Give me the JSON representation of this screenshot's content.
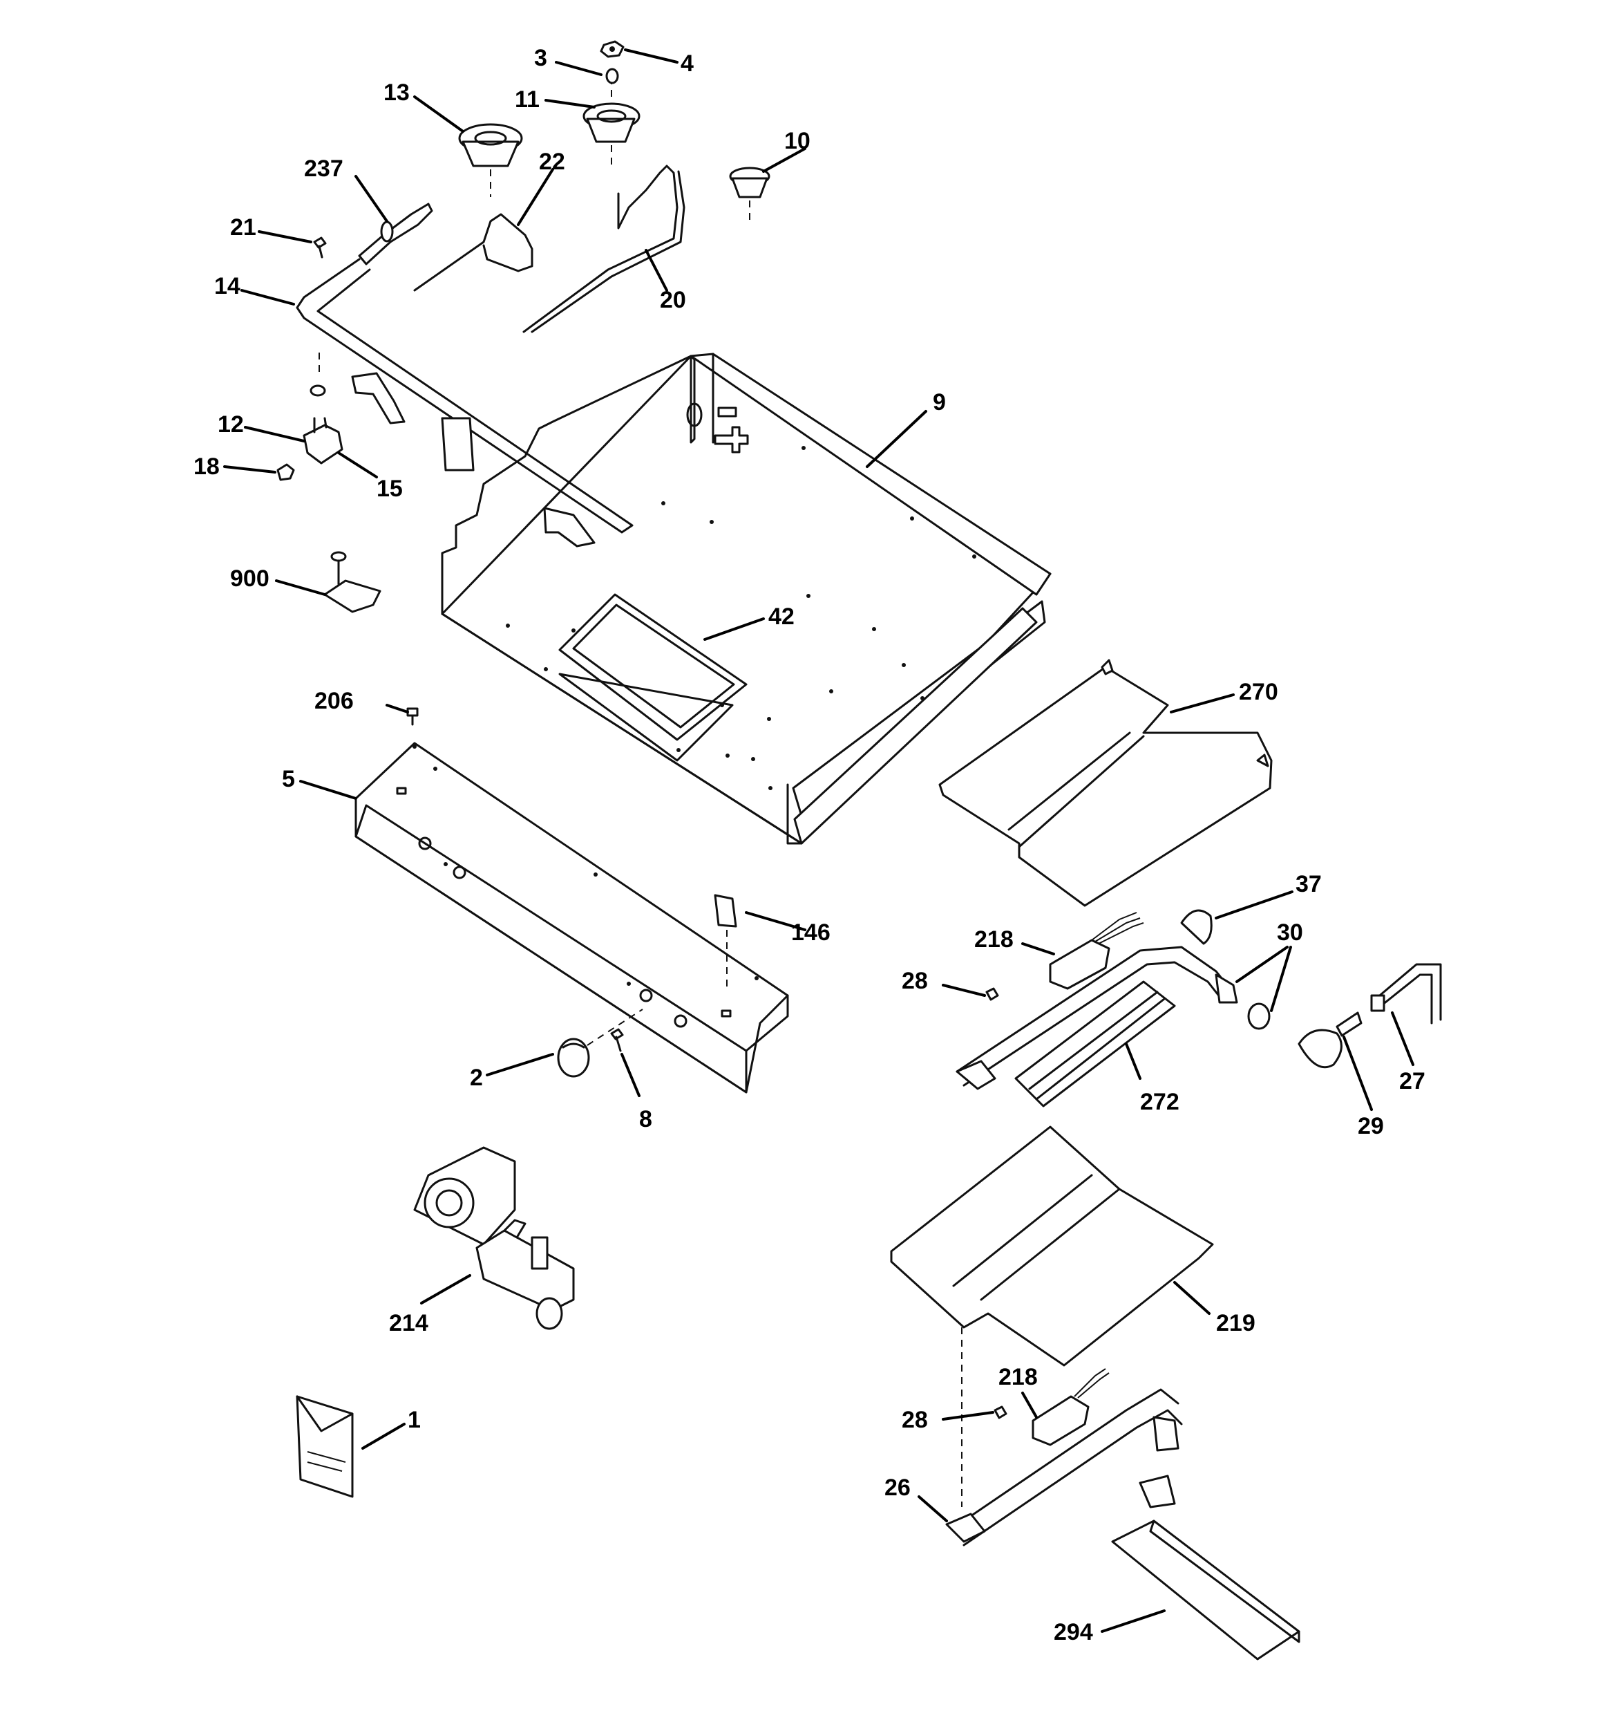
{
  "callouts": [
    {
      "id": "1",
      "text": "1"
    },
    {
      "id": "2",
      "text": "2"
    },
    {
      "id": "3",
      "text": "3"
    },
    {
      "id": "4",
      "text": "4"
    },
    {
      "id": "5",
      "text": "5"
    },
    {
      "id": "8",
      "text": "8"
    },
    {
      "id": "9",
      "text": "9"
    },
    {
      "id": "10",
      "text": "10"
    },
    {
      "id": "11",
      "text": "11"
    },
    {
      "id": "12",
      "text": "12"
    },
    {
      "id": "13",
      "text": "13"
    },
    {
      "id": "14",
      "text": "14"
    },
    {
      "id": "15",
      "text": "15"
    },
    {
      "id": "18",
      "text": "18"
    },
    {
      "id": "20",
      "text": "20"
    },
    {
      "id": "21",
      "text": "21"
    },
    {
      "id": "22",
      "text": "22"
    },
    {
      "id": "26",
      "text": "26"
    },
    {
      "id": "27",
      "text": "27"
    },
    {
      "id": "28a",
      "text": "28"
    },
    {
      "id": "28b",
      "text": "28"
    },
    {
      "id": "29",
      "text": "29"
    },
    {
      "id": "30",
      "text": "30"
    },
    {
      "id": "37",
      "text": "37"
    },
    {
      "id": "42",
      "text": "42"
    },
    {
      "id": "146",
      "text": "146"
    },
    {
      "id": "206",
      "text": "206"
    },
    {
      "id": "214",
      "text": "214"
    },
    {
      "id": "218a",
      "text": "218"
    },
    {
      "id": "218b",
      "text": "218"
    },
    {
      "id": "219",
      "text": "219"
    },
    {
      "id": "237",
      "text": "237"
    },
    {
      "id": "270",
      "text": "270"
    },
    {
      "id": "272",
      "text": "272"
    },
    {
      "id": "294",
      "text": "294"
    },
    {
      "id": "900",
      "text": "900"
    }
  ]
}
